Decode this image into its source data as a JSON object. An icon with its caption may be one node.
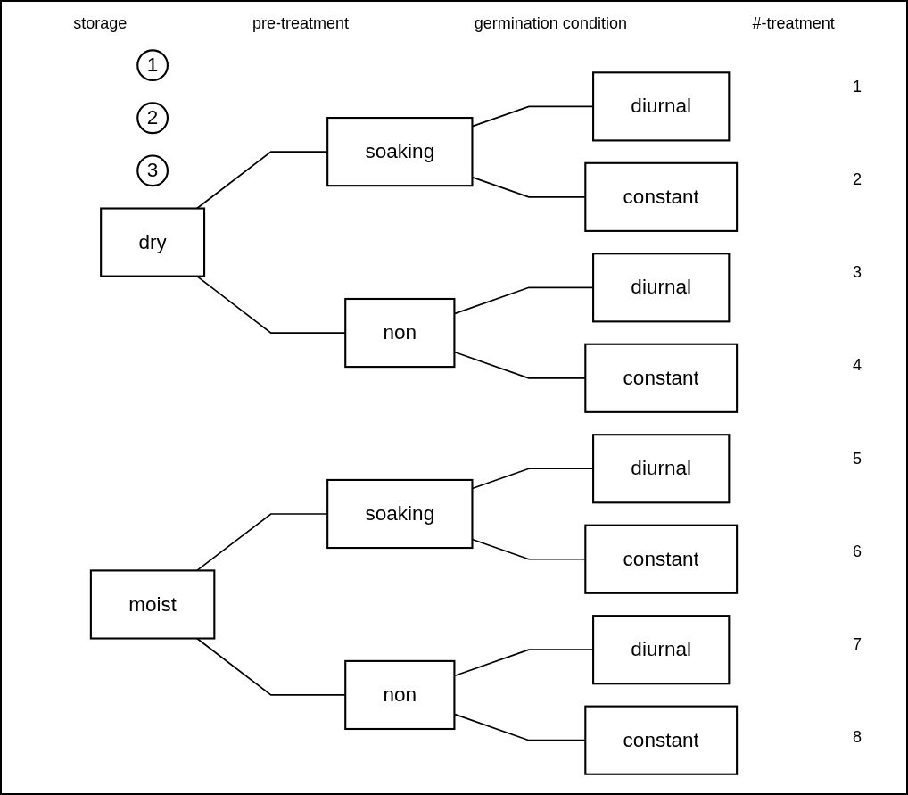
{
  "diagram": {
    "nodes": [
      {
        "text": [
          "1"
        ]
      },
      {
        "text": [
          "2"
        ]
      },
      {
        "text": [
          "3"
        ]
      },
      {
        "text": [
          "dry"
        ]
      },
      {
        "text": [
          "soaking"
        ]
      },
      {
        "text": [
          "diurnal"
        ]
      },
      {
        "text": [
          "constant"
        ]
      },
      {
        "text": [
          "non"
        ]
      },
      {
        "text": [
          "diurnal"
        ]
      },
      {
        "text": [
          "constant"
        ]
      },
      {
        "text": [
          "moist"
        ]
      },
      {
        "text": [
          "soaking"
        ]
      },
      {
        "text": [
          "diurnal"
        ]
      },
      {
        "text": [
          "constant"
        ]
      },
      {
        "text": [
          "non"
        ]
      },
      {
        "text": [
          "diurnal"
        ]
      },
      {
        "text": [
          "constant"
        ]
      }
    ],
    "edges": [
      {
        "from": 3,
        "to": 4,
        "arrow": "none"
      },
      {
        "from": 4,
        "to": 5,
        "arrow": "none"
      },
      {
        "from": 4,
        "to": 6,
        "arrow": "none"
      },
      {
        "from": 3,
        "to": 7,
        "arrow": "none"
      },
      {
        "from": 7,
        "to": 8,
        "arrow": "none"
      },
      {
        "from": 7,
        "to": 9,
        "arrow": "none"
      },
      {
        "from": 10,
        "to": 11,
        "arrow": "none"
      },
      {
        "from": 11,
        "to": 12,
        "arrow": "none"
      },
      {
        "from": 11,
        "to": 13,
        "arrow": "none"
      },
      {
        "from": 10,
        "to": 14,
        "arrow": "none"
      },
      {
        "from": 14,
        "to": 15,
        "arrow": "none"
      },
      {
        "from": 14,
        "to": 16,
        "arrow": "none"
      }
    ],
    "labels": [
      "storage",
      "pre-treatment",
      "germination condition",
      "#-treatment",
      "1",
      "2",
      "3",
      "4",
      "5",
      "6",
      "7",
      "8"
    ]
  }
}
